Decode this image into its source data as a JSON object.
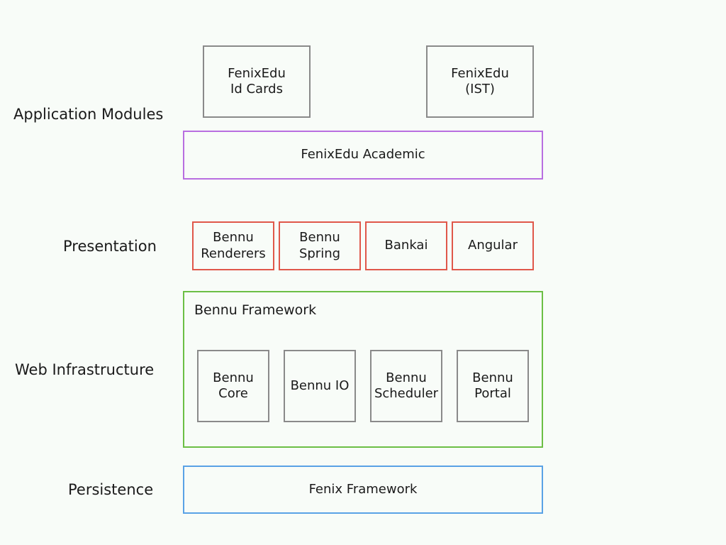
{
  "layers": {
    "application_modules": "Application Modules",
    "presentation": "Presentation",
    "web_infrastructure": "Web Infrastructure",
    "persistence": "Persistence"
  },
  "application_modules": {
    "id_cards": "FenixEdu\nId Cards",
    "ist": "FenixEdu\n(IST)",
    "academic": "FenixEdu Academic"
  },
  "presentation": {
    "renderers": "Bennu\nRenderers",
    "spring": "Bennu\nSpring",
    "bankai": "Bankai",
    "angular": "Angular"
  },
  "web_infrastructure": {
    "framework_title": "Bennu Framework",
    "core": "Bennu\nCore",
    "io": "Bennu IO",
    "scheduler": "Bennu\nScheduler",
    "portal": "Bennu\nPortal"
  },
  "persistence": {
    "fenix_framework": "Fenix Framework"
  },
  "colors": {
    "gray": "#8a8a8a",
    "purple": "#b86ee0",
    "red": "#e0574a",
    "green": "#6cbf45",
    "blue": "#5aa2e6"
  }
}
